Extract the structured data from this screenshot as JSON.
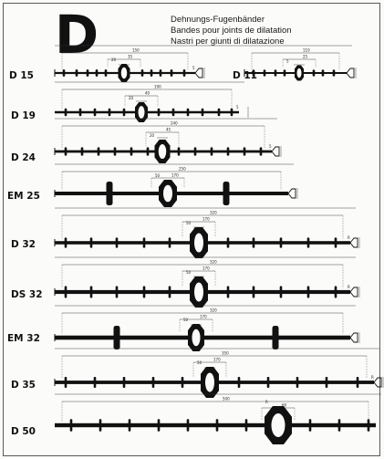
{
  "header": {
    "letter": "D",
    "title_de": "Dehnungs-Fugenbänder",
    "title_fr": "Bandes pour joints de dilatation",
    "title_it": "Nastri per giunti di dilatazione"
  },
  "profiles": [
    {
      "label": "D 15",
      "dims": [
        "150",
        "35",
        "20",
        "5"
      ]
    },
    {
      "label": "D 11",
      "dims": [
        "110",
        "25",
        "5"
      ]
    },
    {
      "label": "D 19",
      "dims": [
        "190",
        "40",
        "20",
        "5"
      ]
    },
    {
      "label": "D 24",
      "dims": [
        "240",
        "45",
        "20",
        "5"
      ]
    },
    {
      "label": "EM 25",
      "dims": [
        "250",
        "170",
        "50"
      ]
    },
    {
      "label": "D 32",
      "dims": [
        "320",
        "170",
        "50",
        "R"
      ]
    },
    {
      "label": "DS 32",
      "dims": [
        "320",
        "170",
        "50",
        "R"
      ]
    },
    {
      "label": "EM 32",
      "dims": [
        "320",
        "170",
        "50"
      ]
    },
    {
      "label": "D 35",
      "dims": [
        "350",
        "170",
        "50",
        "R"
      ]
    },
    {
      "label": "D 50",
      "dims": [
        "500",
        "60",
        "R"
      ]
    }
  ],
  "colors": {
    "ink": "#111111",
    "paper": "#fbfbf9"
  }
}
